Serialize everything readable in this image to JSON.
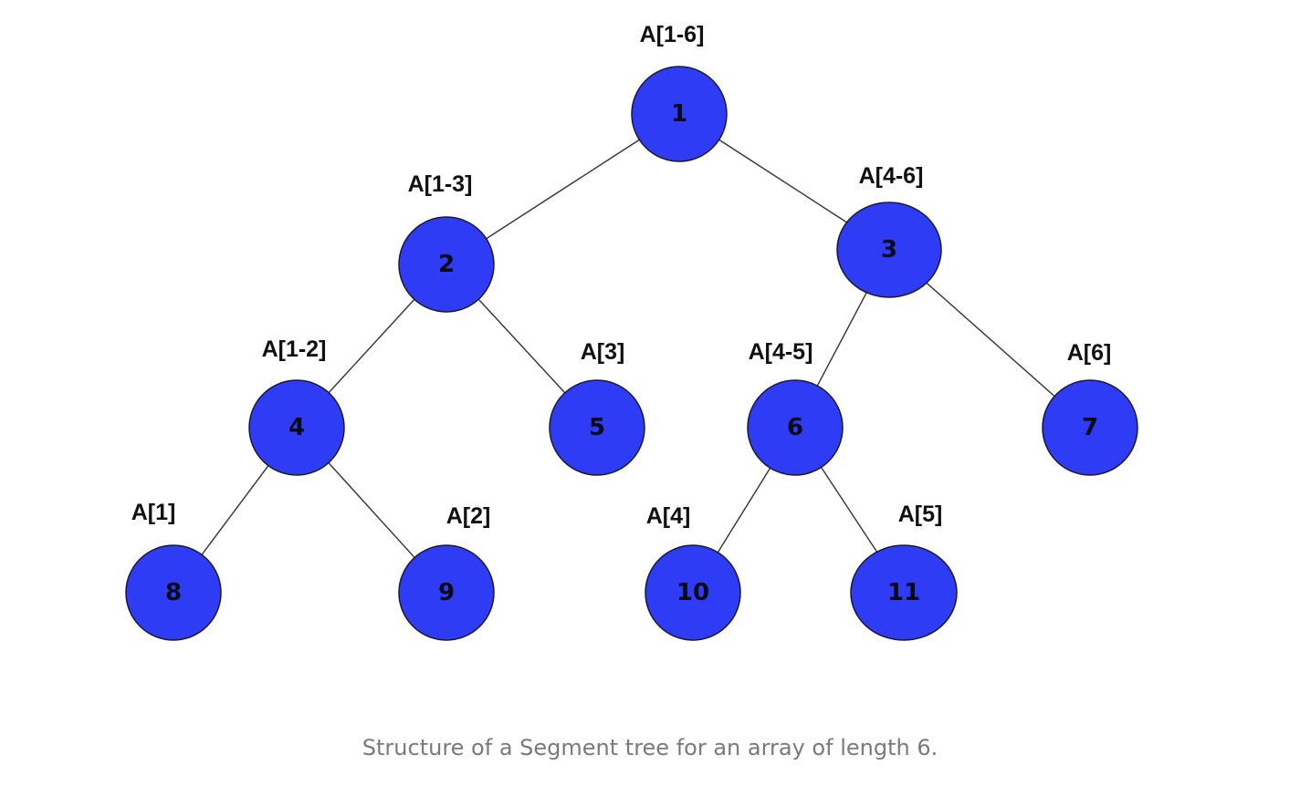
{
  "tree": {
    "nodes": [
      {
        "id": "1",
        "range": "A[1-6]"
      },
      {
        "id": "2",
        "range": "A[1-3]"
      },
      {
        "id": "3",
        "range": "A[4-6]"
      },
      {
        "id": "4",
        "range": "A[1-2]"
      },
      {
        "id": "5",
        "range": "A[3]"
      },
      {
        "id": "6",
        "range": "A[4-5]"
      },
      {
        "id": "7",
        "range": "A[6]"
      },
      {
        "id": "8",
        "range": "A[1]"
      },
      {
        "id": "9",
        "range": "A[2]"
      },
      {
        "id": "10",
        "range": "A[4]"
      },
      {
        "id": "11",
        "range": "A[5]"
      }
    ],
    "edges": [
      [
        "1",
        "2"
      ],
      [
        "1",
        "3"
      ],
      [
        "2",
        "4"
      ],
      [
        "2",
        "5"
      ],
      [
        "3",
        "6"
      ],
      [
        "3",
        "7"
      ],
      [
        "4",
        "8"
      ],
      [
        "4",
        "9"
      ],
      [
        "6",
        "10"
      ],
      [
        "6",
        "11"
      ]
    ],
    "colors": {
      "node_fill": "#2f3cf5",
      "node_stroke": "#1a1a2e",
      "edge": "#333333"
    }
  },
  "caption": "Structure of a Segment tree for an array of length 6."
}
